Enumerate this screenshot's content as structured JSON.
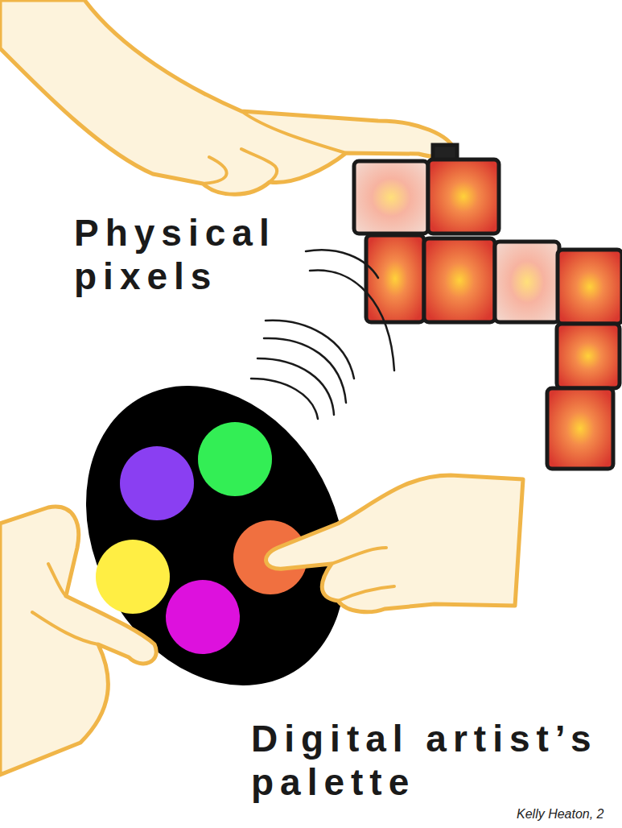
{
  "diagram": {
    "labels": [
      "Physical pixels",
      "Digital artist’s palette",
      "Kelly Heaton, 2"
    ]
  }
}
